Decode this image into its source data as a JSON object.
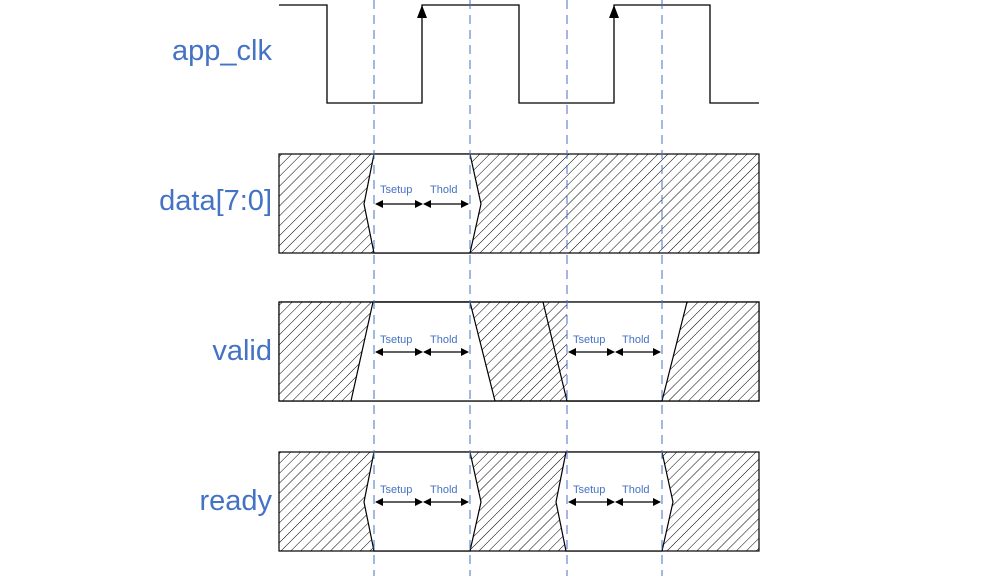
{
  "signals": {
    "clk": "app_clk",
    "data": "data[7:0]",
    "valid": "valid",
    "ready": "ready"
  },
  "timing": {
    "setup": "Tsetup",
    "hold": "Thold"
  },
  "colors": {
    "label": "#4472c4",
    "guide": "#4472c4",
    "wave": "#000000"
  }
}
